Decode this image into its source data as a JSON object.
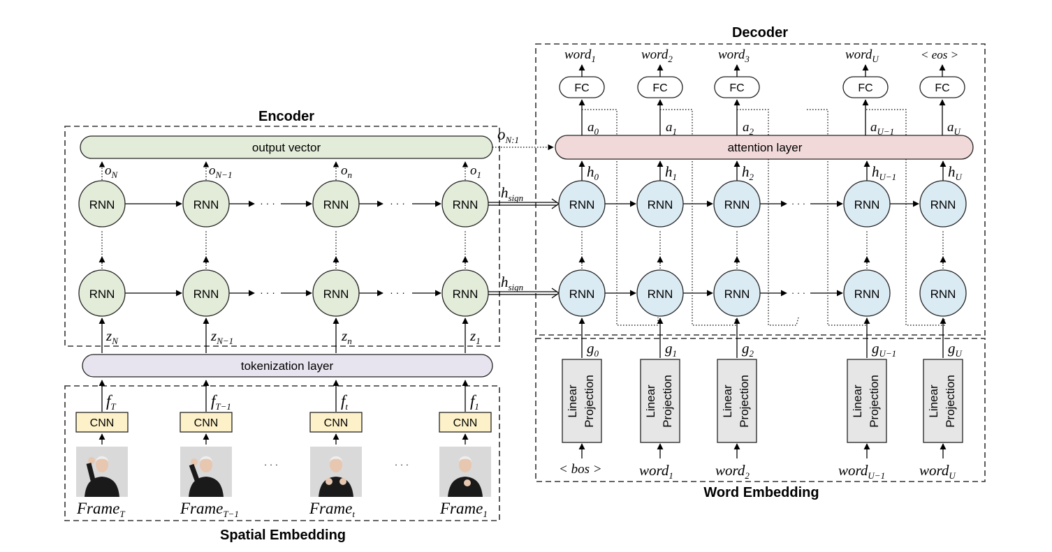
{
  "sections": {
    "encoder": "Encoder",
    "decoder": "Decoder",
    "spatial_embedding": "Spatial Embedding",
    "word_embedding": "Word Embedding"
  },
  "encoder": {
    "output_vector": "output vector",
    "tokenization_layer": "tokenization layer",
    "rnn_label": "RNN",
    "outputs": [
      {
        "base": "o",
        "sub": "N"
      },
      {
        "base": "o",
        "sub": "N−1"
      },
      {
        "base": "o",
        "sub": "n"
      },
      {
        "base": "o",
        "sub": "1"
      }
    ],
    "tokens": [
      {
        "base": "z",
        "sub": "N"
      },
      {
        "base": "z",
        "sub": "N−1"
      },
      {
        "base": "z",
        "sub": "n"
      },
      {
        "base": "z",
        "sub": "1"
      }
    ],
    "ellipsis": "· · ·"
  },
  "spatial": {
    "cnn_label": "CNN",
    "features": [
      {
        "base": "f",
        "sub": "T"
      },
      {
        "base": "f",
        "sub": "T−1"
      },
      {
        "base": "f",
        "sub": "t"
      },
      {
        "base": "f",
        "sub": "1"
      }
    ],
    "frames": [
      {
        "base": "Frame",
        "sub": "T"
      },
      {
        "base": "Frame",
        "sub": "T−1"
      },
      {
        "base": "Frame",
        "sub": "t"
      },
      {
        "base": "Frame",
        "sub": "1"
      }
    ],
    "ellipsis": "· · ·"
  },
  "bridge": {
    "o_n1": {
      "base": "o",
      "sub": "N:1"
    },
    "h_sign": {
      "base": "h",
      "sub": "sign"
    }
  },
  "decoder": {
    "attention_layer": "attention layer",
    "rnn_label": "RNN",
    "fc_label": "FC",
    "outputs": [
      {
        "base": "word",
        "sub": "1"
      },
      {
        "base": "word",
        "sub": "2"
      },
      {
        "base": "word",
        "sub": "3"
      },
      {
        "base": "word",
        "sub": "U"
      },
      {
        "base": "< eos >",
        "sub": ""
      }
    ],
    "attn": [
      {
        "base": "a",
        "sub": "0"
      },
      {
        "base": "a",
        "sub": "1"
      },
      {
        "base": "a",
        "sub": "2"
      },
      {
        "base": "a",
        "sub": "U−1"
      },
      {
        "base": "a",
        "sub": "U"
      }
    ],
    "hidden": [
      {
        "base": "h",
        "sub": "0"
      },
      {
        "base": "h",
        "sub": "1"
      },
      {
        "base": "h",
        "sub": "2"
      },
      {
        "base": "h",
        "sub": "U−1"
      },
      {
        "base": "h",
        "sub": "U"
      }
    ],
    "embeds": [
      {
        "base": "g",
        "sub": "0"
      },
      {
        "base": "g",
        "sub": "1"
      },
      {
        "base": "g",
        "sub": "2"
      },
      {
        "base": "g",
        "sub": "U−1"
      },
      {
        "base": "g",
        "sub": "U"
      }
    ],
    "ellipsis": "· · ·"
  },
  "word_embedding": {
    "projection_line1": "Linear",
    "projection_line2": "Projection",
    "inputs": [
      {
        "base": "< bos >",
        "sub": ""
      },
      {
        "base": "word",
        "sub": "1"
      },
      {
        "base": "word",
        "sub": "2"
      },
      {
        "base": "word",
        "sub": "U−1"
      },
      {
        "base": "word",
        "sub": "U"
      }
    ]
  },
  "colors": {
    "encoder_fill": "#e3ecd9",
    "decoder_rnn_fill": "#dbebf4",
    "attention_fill": "#f2d9d9",
    "tokenization_fill": "#e8e4ef",
    "cnn_fill": "#fdf1c9",
    "projection_fill": "#e6e6e6"
  }
}
